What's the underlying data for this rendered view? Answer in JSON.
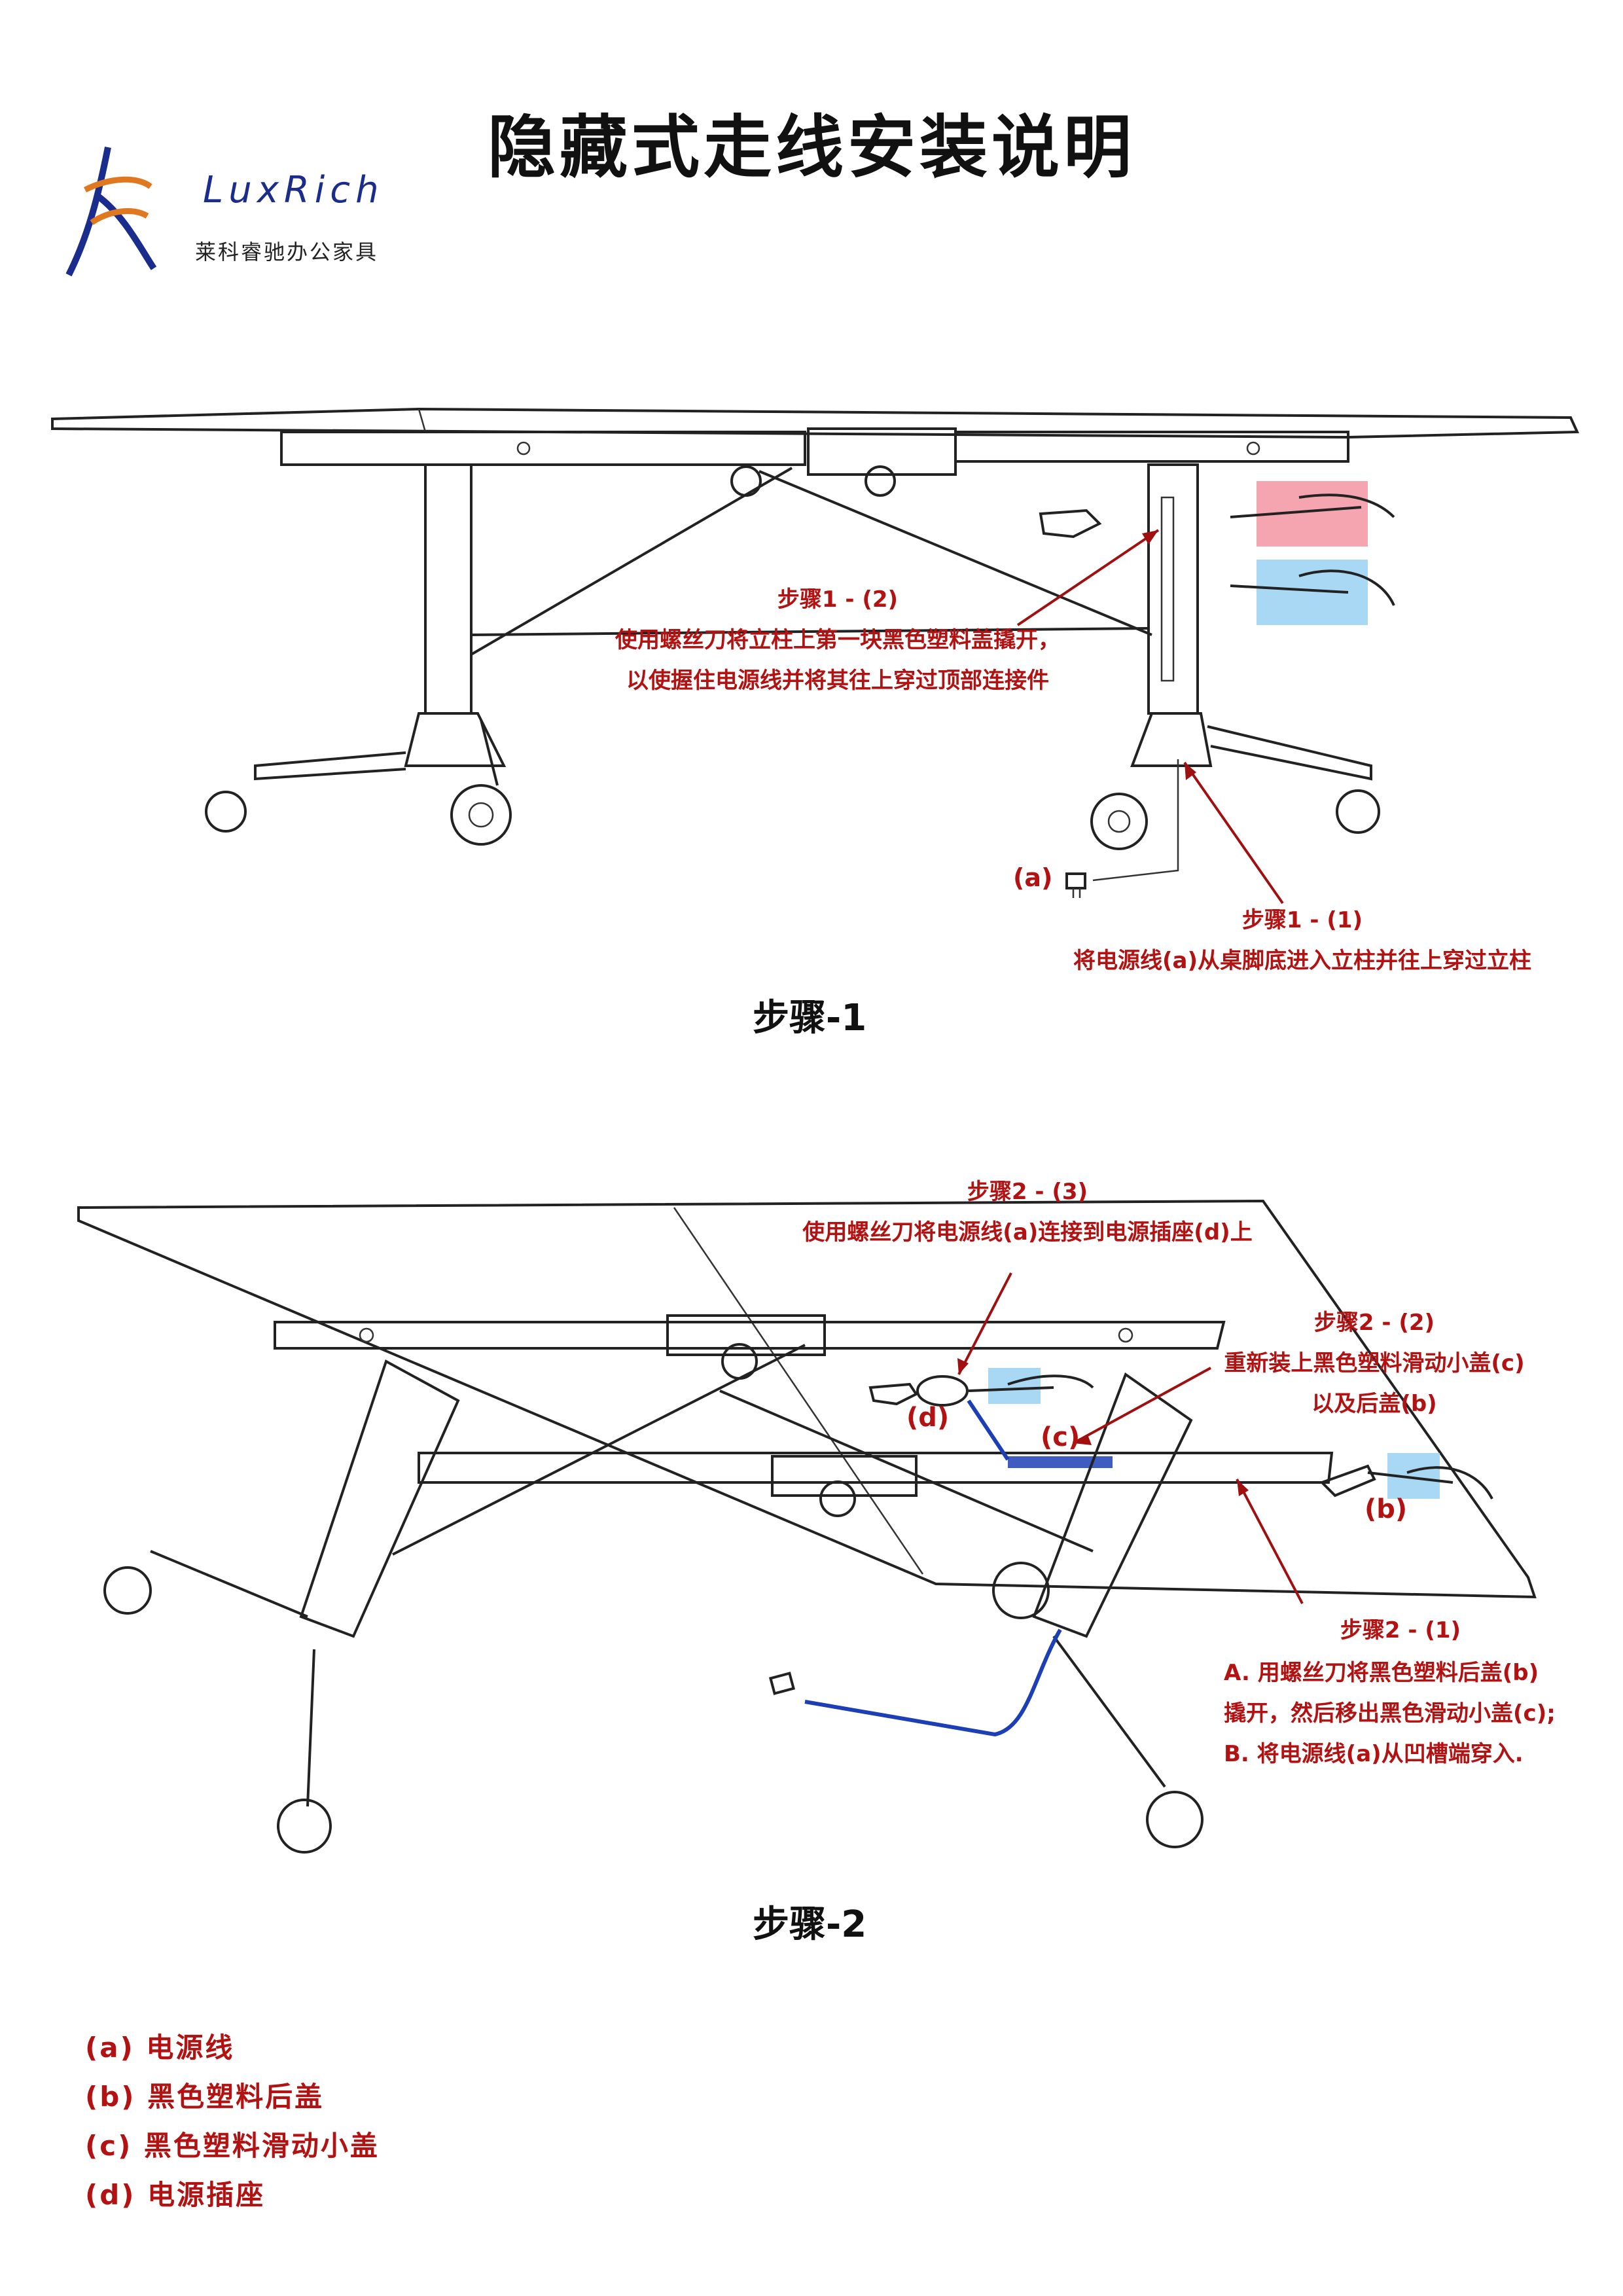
{
  "header": {
    "title": "隐藏式走线安装说明",
    "logo_text": "LuxRich",
    "logo_subtitle": "莱科睿驰办公家具",
    "brand_colors": {
      "blue": "#1a2c8c",
      "orange": "#e07820",
      "red": "#b31212"
    }
  },
  "step1": {
    "heading": "步骤-1",
    "note_2": {
      "title": "步骤1 - (2)",
      "line1": "使用螺丝刀将立柱上第一块黑色塑料盖撬开，",
      "line2": "以使握住电源线并将其往上穿过顶部连接件"
    },
    "note_1": {
      "title": "步骤1 - (1)",
      "line1": "将电源线(a)从桌脚底进入立柱并往上穿过立柱"
    },
    "label_a": "(a)"
  },
  "step2": {
    "heading": "步骤-2",
    "note_3": {
      "title": "步骤2 - (3)",
      "line1": "使用螺丝刀将电源线(a)连接到电源插座(d)上"
    },
    "note_2": {
      "title": "步骤2 - (2)",
      "line1": "重新装上黑色塑料滑动小盖(c)",
      "line2": "以及后盖(b)"
    },
    "note_1": {
      "title": "步骤2 - (1)",
      "line1": "A. 用螺丝刀将黑色塑料后盖(b)",
      "line2": "撬开，然后移出黑色滑动小盖(c);",
      "line3": "B. 将电源线(a)从凹槽端穿入."
    },
    "label_b": "(b)",
    "label_c": "(c)",
    "label_d": "(d)"
  },
  "legend": [
    {
      "label": "(a) 电源线"
    },
    {
      "label": "(b) 黑色塑料后盖"
    },
    {
      "label": "(c) 黑色塑料滑动小盖"
    },
    {
      "label": "(d) 电源插座"
    }
  ]
}
